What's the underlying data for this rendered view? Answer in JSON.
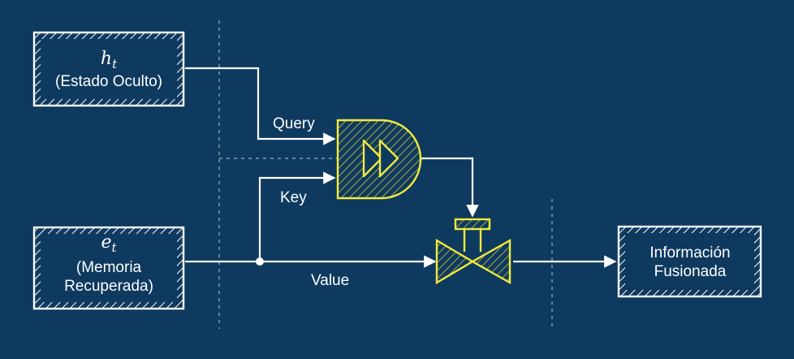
{
  "nodes": {
    "hidden_state": {
      "symbol": "h",
      "subscript": "t",
      "label": "(Estado Oculto)"
    },
    "retrieved_memory": {
      "symbol": "e",
      "subscript": "t",
      "label_line1": "(Memoria",
      "label_line2": "Recuperada)"
    },
    "fused_info": {
      "label_line1": "Información",
      "label_line2": "Fusionada"
    }
  },
  "edges": {
    "query": "Query",
    "key": "Key",
    "value": "Value"
  },
  "colors": {
    "background": "#0f3a5f",
    "line": "#ffffff",
    "component": "#f2ea3b"
  },
  "icons": {
    "attention_gate": "and-gate-with-fast-forward-icon",
    "fusion_valve": "valve-icon"
  }
}
